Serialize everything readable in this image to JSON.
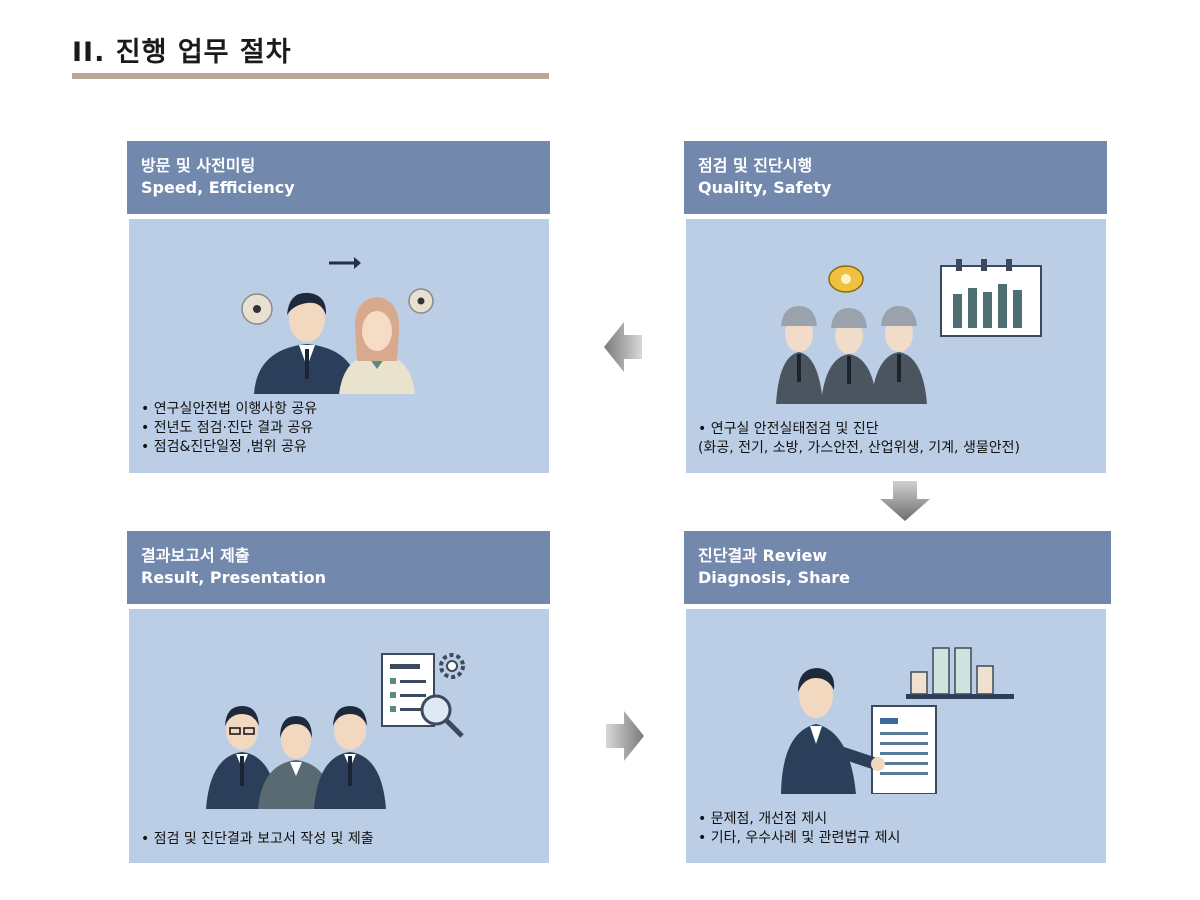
{
  "page": {
    "title": "II. 진행 업무 절차"
  },
  "steps": [
    {
      "title": "방문 및 사전미팅",
      "subtitle": "Speed, Efficiency",
      "bullets": [
        "• 연구실안전법 이행사항 공유",
        "• 전년도 점검·진단 결과 공유",
        "• 점검&진단일정 ,범위 공유"
      ]
    },
    {
      "title": "점검 및 진단시행",
      "subtitle": "Quality, Safety",
      "bullets": [
        "• 연구실 안전실태점검 및 진단",
        " (화공, 전기, 소방, 가스안전, 산업위생, 기계, 생물안전)"
      ]
    },
    {
      "title": "결과보고서 제출",
      "subtitle": "Result, Presentation",
      "bullets": [
        "• 점검 및 진단결과 보고서 작성 및 제출"
      ]
    },
    {
      "title": "진단결과 Review",
      "subtitle": "Diagnosis, Share",
      "bullets": [
        "• 문제점, 개선점 제시",
        "• 기타, 우수사례 및 관련법규 제시"
      ]
    }
  ],
  "icons": {
    "arrow_left": "arrow-left-icon",
    "arrow_down": "arrow-down-icon",
    "arrow_right": "arrow-right-icon"
  },
  "colors": {
    "header": "#7289ad",
    "panel": "#bccee5",
    "rule": "#b7a89c",
    "arrow": "#8a8a8a"
  }
}
